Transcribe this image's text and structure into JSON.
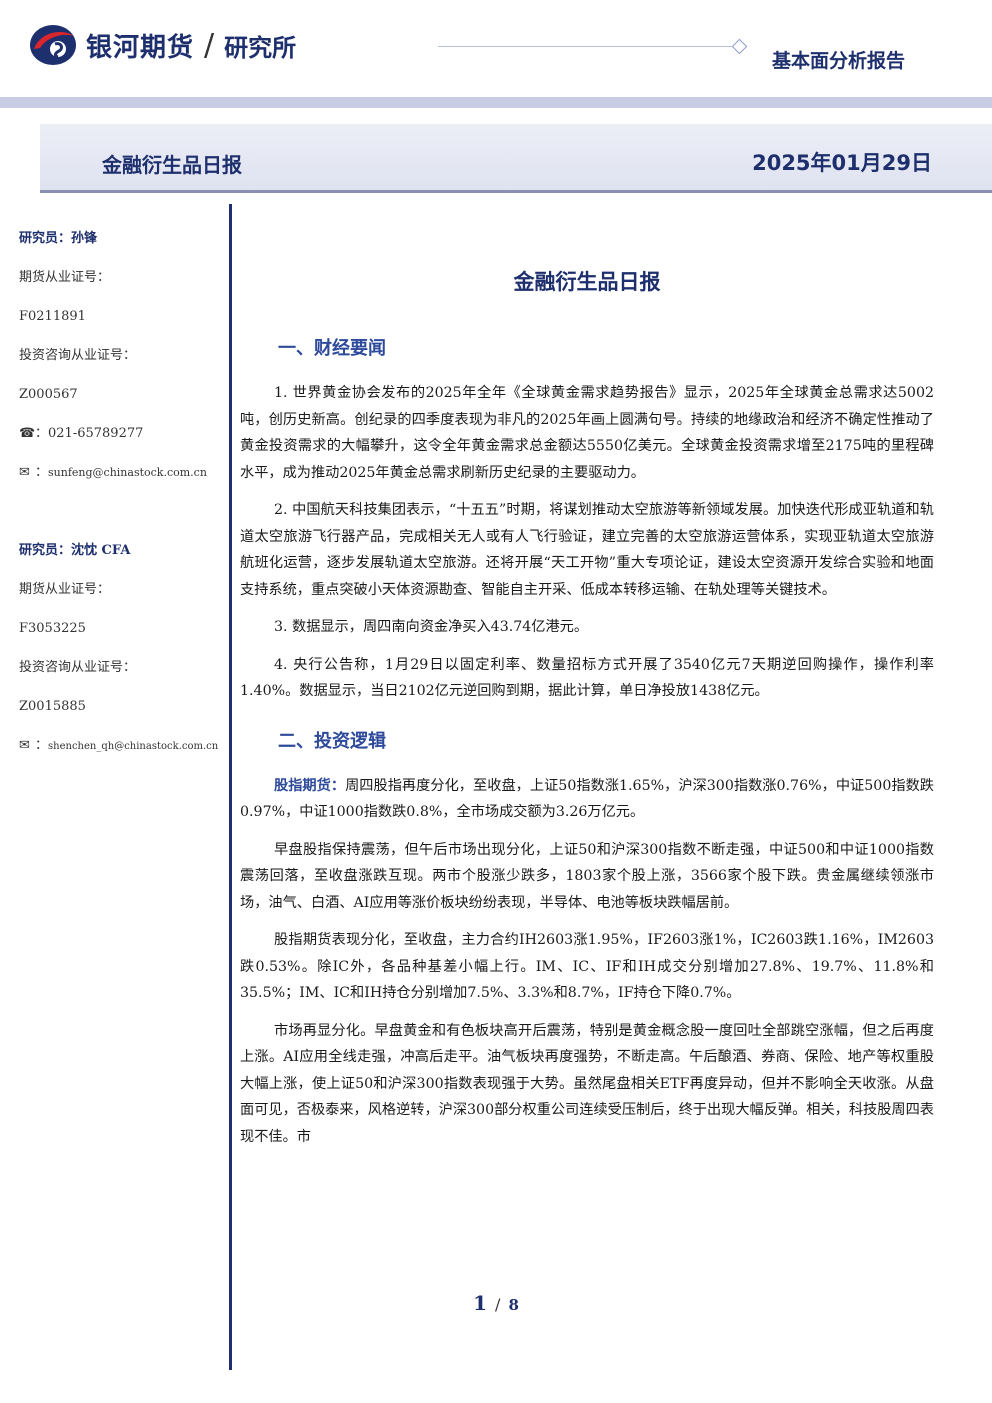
{
  "header": {
    "company": "银河期货",
    "department": "研究所",
    "report_type": "基本面分析报告",
    "brand_color": "#1e2f6e",
    "accent_color": "#d9262c"
  },
  "banner": {
    "title": "金融衍生品日报",
    "date": "2025年01月29日"
  },
  "sidebar": {
    "analyst1": {
      "name": "研究员：孙锋",
      "license_label": "期货从业证号：",
      "license": "F0211891",
      "advisory_label": "投资咨询从业证号：",
      "advisory": "Z000567",
      "phone": "021-65789277",
      "email": "sunfeng@chinastock.com.cn"
    },
    "analyst2": {
      "name": "研究员：沈忱  CFA",
      "license_label": "期货从业证号：",
      "license": "F3053225",
      "advisory_label": "投资咨询从业证号：",
      "advisory": "Z0015885",
      "email": "shenchen_qh@chinastock.com.cn"
    },
    "icons": {
      "phone": "phone-icon",
      "email": "email-icon"
    }
  },
  "doc_title": "金融衍生品日报",
  "sections": [
    {
      "heading": "一、财经要闻",
      "paragraphs": [
        "1. 世界黄金协会发布的2025年全年《全球黄金需求趋势报告》显示，2025年全球黄金总需求达5002吨，创历史新高。创纪录的四季度表现为非凡的2025年画上圆满句号。持续的地缘政治和经济不确定性推动了黄金投资需求的大幅攀升，这令全年黄金需求总金额达5550亿美元。全球黄金投资需求增至2175吨的里程碑水平，成为推动2025年黄金总需求刷新历史纪录的主要驱动力。",
        "2. 中国航天科技集团表示，“十五五”时期，将谋划推动太空旅游等新领域发展。加快迭代形成亚轨道和轨道太空旅游飞行器产品，完成相关无人或有人飞行验证，建立完善的太空旅游运营体系，实现亚轨道太空旅游航班化运营，逐步发展轨道太空旅游。还将开展“天工开物”重大专项论证，建设太空资源开发综合实验和地面支持系统，重点突破小天体资源勘查、智能自主开采、低成本转移运输、在轨处理等关键技术。",
        "3. 数据显示，周四南向资金净买入43.74亿港元。",
        "4. 央行公告称，1月29日以固定利率、数量招标方式开展了3540亿元7天期逆回购操作，操作利率1.40%。数据显示，当日2102亿元逆回购到期，据此计算，单日净投放1438亿元。"
      ]
    },
    {
      "heading": "二、投资逻辑",
      "lead": "股指期货：",
      "lead_text": "周四股指再度分化，至收盘，上证50指数涨1.65%，沪深300指数涨0.76%，中证500指数跌0.97%，中证1000指数跌0.8%，全市场成交额为3.26万亿元。",
      "paragraphs": [
        "早盘股指保持震荡，但午后市场出现分化，上证50和沪深300指数不断走强，中证500和中证1000指数震荡回落，至收盘涨跌互现。两市个股涨少跌多，1803家个股上涨，3566家个股下跌。贵金属继续领涨市场，油气、白酒、AI应用等涨价板块纷纷表现，半导体、电池等板块跌幅居前。",
        "股指期货表现分化，至收盘，主力合约IH2603涨1.95%，IF2603涨1%，IC2603跌1.16%，IM2603跌0.53%。除IC外，各品种基差小幅上行。IM、IC、IF和IH成交分别增加27.8%、19.7%、11.8%和35.5%；IM、IC和IH持仓分别增加7.5%、3.3%和8.7%，IF持仓下降0.7%。",
        "市场再显分化。早盘黄金和有色板块高开后震荡，特别是黄金概念股一度回吐全部跳空涨幅，但之后再度上涨。AI应用全线走强，冲高后走平。油气板块再度强势，不断走高。午后酿酒、券商、保险、地产等权重股大幅上涨，使上证50和沪深300指数表现强于大势。虽然尾盘相关ETF再度异动，但并不影响全天收涨。从盘面可见，否极泰来，风格逆转，沪深300部分权重公司连续受压制后，终于出现大幅反弹。相关，科技股周四表现不佳。市"
      ]
    }
  ],
  "footer": {
    "page": "1",
    "sep": "/",
    "total": "8"
  }
}
